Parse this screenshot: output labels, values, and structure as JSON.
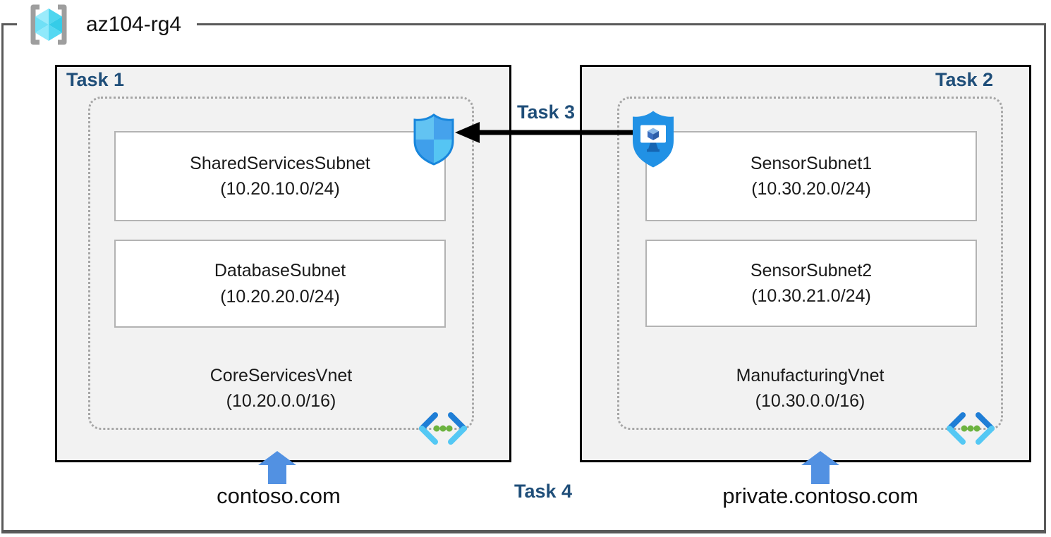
{
  "resource_group": {
    "label": "az104-rg4"
  },
  "left_box": {
    "task_label": "Task 1",
    "vnet_name": "CoreServicesVnet",
    "vnet_cidr": "(10.20.0.0/16)",
    "subnets": [
      {
        "name": "SharedServicesSubnet",
        "cidr": "(10.20.10.0/24)"
      },
      {
        "name": "DatabaseSubnet",
        "cidr": "(10.20.20.0/24)"
      }
    ],
    "dns_label": "contoso.com"
  },
  "right_box": {
    "task_label": "Task 2",
    "vnet_name": "ManufacturingVnet",
    "vnet_cidr": "(10.30.0.0/16)",
    "subnets": [
      {
        "name": "SensorSubnet1",
        "cidr": "(10.30.20.0/24)"
      },
      {
        "name": "SensorSubnet2",
        "cidr": "(10.30.21.0/24)"
      }
    ],
    "dns_label": "private.contoso.com"
  },
  "connection": {
    "task_label": "Task 3"
  },
  "dns_task_label": "Task 4",
  "icons": {
    "resource_group": "resource-group-icon",
    "left_shield": "network-security-group-icon",
    "right_shield": "bastion-icon",
    "vnet": "virtual-network-icon",
    "dns_pointer": "up-arrow-icon"
  },
  "colors": {
    "task_label": "#1F4E79",
    "box_fill": "#F2F2F2",
    "box_border": "#000000",
    "outer_border": "#595959",
    "dotted_border": "#A6A6A6",
    "subnet_border": "#B3B3B3",
    "up_arrow": "#5291E2",
    "connection_arrow": "#000000",
    "vnet_icon_dark_blue": "#1F7ED6",
    "vnet_icon_light_blue": "#54C8F4",
    "vnet_icon_green": "#6CB33F",
    "rg_cube_cyan": "#4ED6EF"
  }
}
